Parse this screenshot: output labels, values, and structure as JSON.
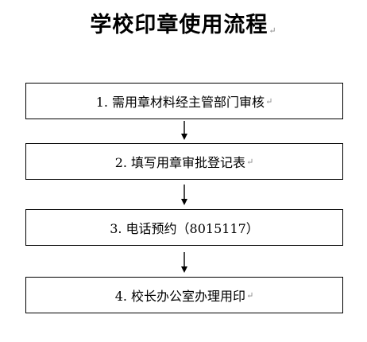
{
  "title": "学校印章使用流程",
  "paragraph_mark": "↵",
  "steps": [
    {
      "label": "1. 需用章材料经主管部门审核"
    },
    {
      "label": "2. 填写用章审批登记表"
    },
    {
      "label": "3. 电话预约（8015117）"
    },
    {
      "label": "4. 校长办公室办理用印"
    }
  ],
  "colors": {
    "border": "#000000",
    "text": "#000000",
    "paragraph_mark": "#8a8a8a"
  }
}
